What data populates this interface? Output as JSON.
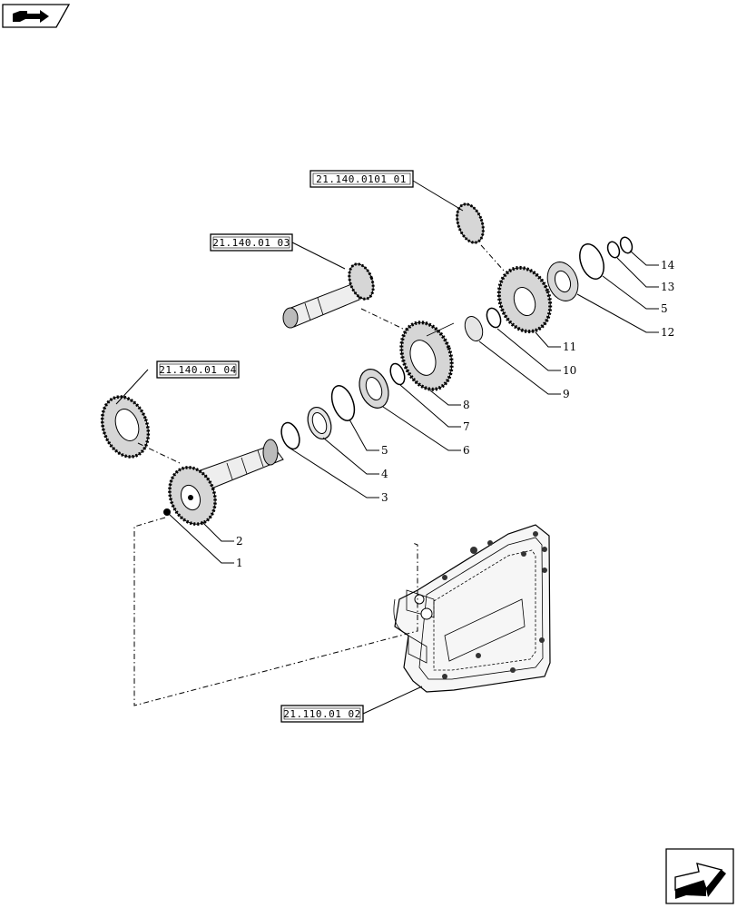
{
  "nav": {
    "prev_icon": "back-arrow-icon",
    "next_icon": "forward-arrow-icon"
  },
  "references": [
    {
      "id": "ref-a",
      "label": "21.140.0101 01"
    },
    {
      "id": "ref-b",
      "label": "21.140.01 03"
    },
    {
      "id": "ref-c",
      "label": "21.140.01 04"
    },
    {
      "id": "ref-d",
      "label": "21.110.01 02"
    }
  ],
  "callouts": [
    "1",
    "2",
    "3",
    "4",
    "5",
    "5",
    "6",
    "7",
    "8",
    "9",
    "10",
    "11",
    "12",
    "13",
    "14"
  ]
}
